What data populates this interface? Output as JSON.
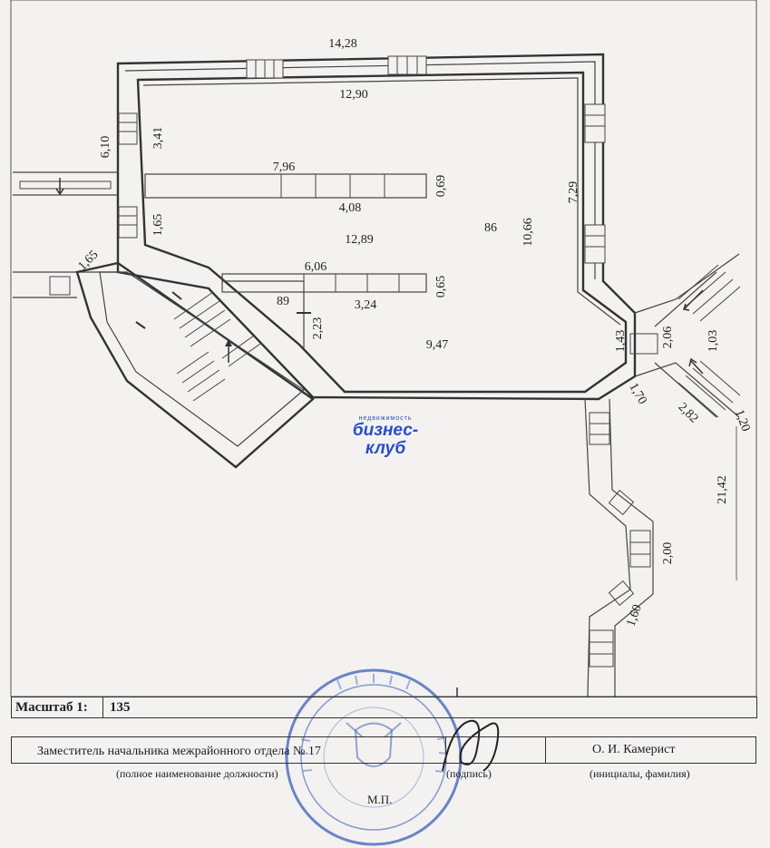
{
  "dimensions": {
    "top_outer": "14,28",
    "top_inner": "12,90",
    "left_upper": "3,41",
    "left_outer": "6,10",
    "partition_upper_len": "7,96",
    "partition_upper_w": "0,69",
    "segment_408": "4,08",
    "left_lower": "1,65",
    "mid_len": "12,89",
    "partition_lower_len": "6,06",
    "partition_lower_w": "0,65",
    "segment_324": "3,24",
    "small_room_side": "2,23",
    "bottom_len": "9,47",
    "right_inner": "10,66",
    "right_outer": "7,29",
    "stair_side": "1,65",
    "right_small": "1,43",
    "right_mid": "2,06",
    "right_far": "1,03",
    "lower_right_a": "1,70",
    "lower_right_b": "2,82",
    "lower_right_c": "1,20",
    "long_right": "21,42",
    "corridor_a": "2,00",
    "corridor_b": "1,60"
  },
  "rooms": {
    "main": "86",
    "small": "89"
  },
  "logo": {
    "small": "недвижимость",
    "big": "бизнес-клуб"
  },
  "footer": {
    "scale_label": "Масштаб 1:",
    "scale_value": "135",
    "position_title": "Заместитель начальника межрайонного отдела № 17",
    "position_caption": "(полное наименование должности)",
    "signature_caption": "(подпись)",
    "official_name": "О. И. Камерист",
    "name_caption": "(инициалы, фамилия)",
    "seal_label": "М.П."
  },
  "colors": {
    "ink": "#333333",
    "stamp": "#3c5fb8",
    "logo": "#2a4fc4"
  }
}
